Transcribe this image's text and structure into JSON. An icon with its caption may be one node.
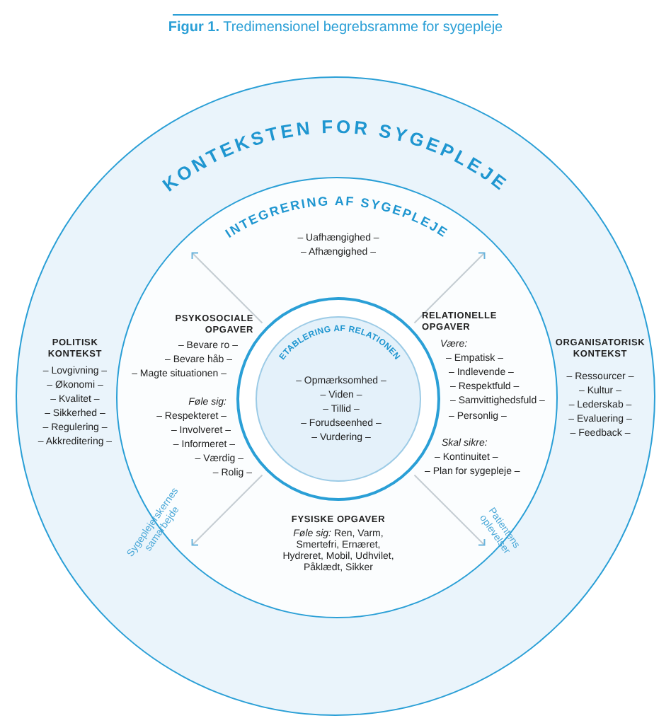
{
  "diagram": {
    "title": "**Figur 1.** Tredimensionel begrebsramme for sygepleje",
    "nodes": [
      {
        "text": [
          "KONTEKSTEN FOR SYGEPLEJE",
          "POLITISK KONTEKST",
          "– Lovgivning –",
          "– Økonomi –",
          "– Kvalitet –",
          "– Sikkerhed –",
          "– Regulering –",
          "– Akkreditering –",
          "ORGANISATORISK KONTEKST",
          "– Ressourcer –",
          "– Kultur –",
          "– Lederskab –",
          "– Evaluering –",
          "– Feedback –"
        ]
      },
      {
        "text": [
          "INTEGRERING AF SYGEPLEJE",
          "– Uafhængighed –",
          "– Afhængighed –",
          "PSYKOSOCIALE OPGAVER",
          "– Bevare ro –",
          "– Bevare håb –",
          "– Magte situationen –",
          "Føle sig:",
          "– Respekteret –",
          "– Involveret –",
          "– Informeret –",
          "– Værdig –",
          "– Rolig –",
          "RELATIONELLE OPGAVER",
          "Være:",
          "– Empatisk –",
          "– Indlevende –",
          "– Respektfuld –",
          "– Samvittighedsfuld –",
          "– Personlig –",
          "Skal sikre:",
          "– Kontinuitet –",
          "– Plan for sygepleje –",
          "FYSISKE OPGAVER",
          "*Føle sig:* Ren, Varm, Smertefri, Ernæret, Hydreret, Mobil, Udhvilet, Påklædt, Sikker"
        ],
        "in": 0
      },
      {
        "text": [
          "ETABLERING AF RELATIONEN",
          "– Opmærksomhed –",
          "– Viden –",
          "– Tillid –",
          "– Forudseenhed –",
          "– Vurdering –"
        ],
        "in": 1
      }
    ],
    "edges": [],
    "labels": [
      "Sygeplejerskernes samarbejde",
      "Patientens oplevelser"
    ]
  }
}
